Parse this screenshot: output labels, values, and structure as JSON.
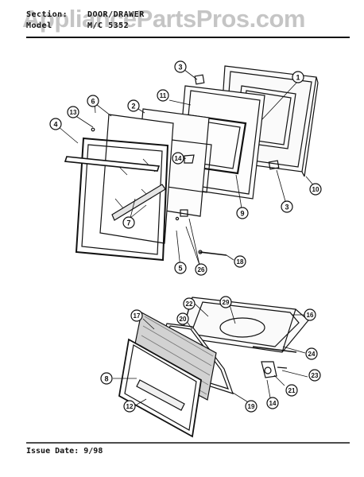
{
  "watermark": "AppliancePartsPros.com",
  "header": {
    "section_label": "Section:",
    "section_value": "DOOR/DRAWER",
    "model_label": "Model",
    "model_value": "M/C 5352"
  },
  "footer": {
    "issue_label": "Issue Date:",
    "issue_value": "9/98"
  },
  "callouts": [
    "1",
    "2",
    "3",
    "3",
    "4",
    "5",
    "6",
    "7",
    "8",
    "9",
    "10",
    "11",
    "12",
    "13",
    "14",
    "16",
    "17",
    "18",
    "19",
    "20",
    "21",
    "22",
    "23",
    "24",
    "26",
    "29",
    "14"
  ]
}
